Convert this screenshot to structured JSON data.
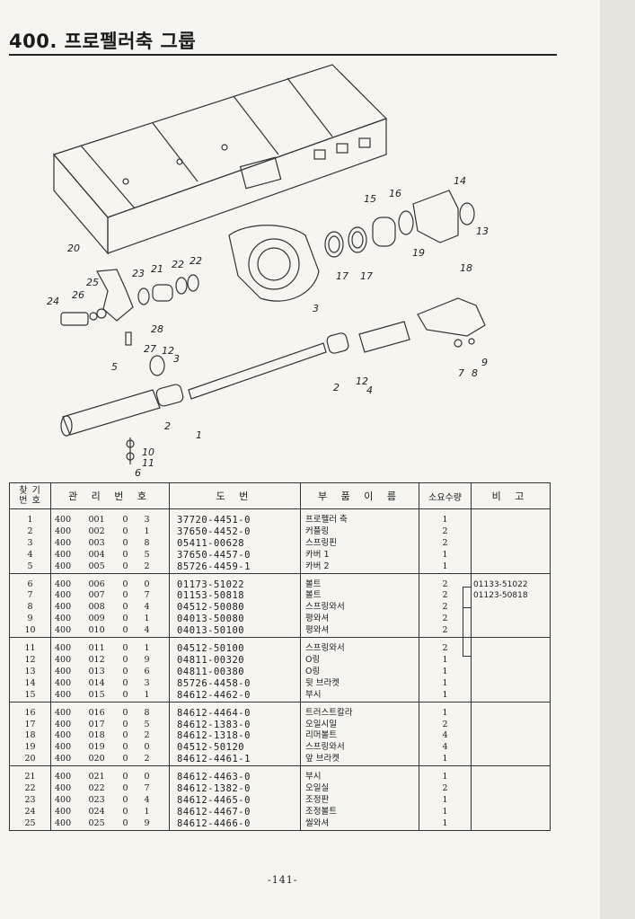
{
  "title": "400. 프로펠러축 그룹",
  "diagram_labels": {
    "l1": "1",
    "l2a": "2",
    "l2b": "2",
    "l3a": "3",
    "l3b": "3",
    "l4": "4",
    "l5": "5",
    "l6": "6",
    "l7": "7",
    "l8": "8",
    "l9": "9",
    "l10": "10",
    "l11": "11",
    "l12a": "12",
    "l12b": "12",
    "l13": "13",
    "l14": "14",
    "l15": "15",
    "l16": "16",
    "l17a": "17",
    "l17b": "17",
    "l18": "18",
    "l19": "19",
    "l20": "20",
    "l21": "21",
    "l22a": "22",
    "l22b": "22",
    "l23": "23",
    "l24": "24",
    "l25": "25",
    "l26": "26",
    "l27": "27",
    "l28": "28"
  },
  "table": {
    "headers": {
      "no_1": "찾 기",
      "no_2": "번 호",
      "mgmt": "관 리 번 호",
      "drawing": "도 번",
      "name": "부 품 이 름",
      "qty": "소요수량",
      "remarks": "비 고"
    },
    "rows": [
      {
        "no": "1",
        "m": "400",
        "s": "001",
        "z": "0",
        "d": "3",
        "dwg": "37720-4451-0",
        "name": "프로펠러 축",
        "qty": "1"
      },
      {
        "no": "2",
        "m": "400",
        "s": "002",
        "z": "0",
        "d": "1",
        "dwg": "37650-4452-0",
        "name": "커플링",
        "qty": "2"
      },
      {
        "no": "3",
        "m": "400",
        "s": "003",
        "z": "0",
        "d": "8",
        "dwg": "05411-00628",
        "name": "스프링핀",
        "qty": "2"
      },
      {
        "no": "4",
        "m": "400",
        "s": "004",
        "z": "0",
        "d": "5",
        "dwg": "37650-4457-0",
        "name": "카버 1",
        "qty": "1"
      },
      {
        "no": "5",
        "m": "400",
        "s": "005",
        "z": "0",
        "d": "2",
        "dwg": "85726-4459-1",
        "name": "카버 2",
        "qty": "1"
      },
      {
        "no": "6",
        "m": "400",
        "s": "006",
        "z": "0",
        "d": "0",
        "dwg": "01173-51022",
        "name": "볼트",
        "qty": "2"
      },
      {
        "no": "7",
        "m": "400",
        "s": "007",
        "z": "0",
        "d": "7",
        "dwg": "01153-50818",
        "name": "볼트",
        "qty": "2"
      },
      {
        "no": "8",
        "m": "400",
        "s": "008",
        "z": "0",
        "d": "4",
        "dwg": "04512-50080",
        "name": "스프링와서",
        "qty": "2"
      },
      {
        "no": "9",
        "m": "400",
        "s": "009",
        "z": "0",
        "d": "1",
        "dwg": "04013-50080",
        "name": "평와셔",
        "qty": "2"
      },
      {
        "no": "10",
        "m": "400",
        "s": "010",
        "z": "0",
        "d": "4",
        "dwg": "04013-50100",
        "name": "평와셔",
        "qty": "2"
      },
      {
        "no": "11",
        "m": "400",
        "s": "011",
        "z": "0",
        "d": "1",
        "dwg": "04512-50100",
        "name": "스프링와서",
        "qty": "2"
      },
      {
        "no": "12",
        "m": "400",
        "s": "012",
        "z": "0",
        "d": "9",
        "dwg": "04811-00320",
        "name": "O링",
        "qty": "1"
      },
      {
        "no": "13",
        "m": "400",
        "s": "013",
        "z": "0",
        "d": "6",
        "dwg": "04811-00380",
        "name": "O링",
        "qty": "1"
      },
      {
        "no": "14",
        "m": "400",
        "s": "014",
        "z": "0",
        "d": "3",
        "dwg": "85726-4458-0",
        "name": "뒷 브라켓",
        "qty": "1"
      },
      {
        "no": "15",
        "m": "400",
        "s": "015",
        "z": "0",
        "d": "1",
        "dwg": "84612-4462-0",
        "name": "부시",
        "qty": "1"
      },
      {
        "no": "16",
        "m": "400",
        "s": "016",
        "z": "0",
        "d": "8",
        "dwg": "84612-4464-0",
        "name": "트러스트칼라",
        "qty": "1"
      },
      {
        "no": "17",
        "m": "400",
        "s": "017",
        "z": "0",
        "d": "5",
        "dwg": "84612-1383-0",
        "name": "오일시일",
        "qty": "2"
      },
      {
        "no": "18",
        "m": "400",
        "s": "018",
        "z": "0",
        "d": "2",
        "dwg": "84612-1318-0",
        "name": "리머볼트",
        "qty": "4"
      },
      {
        "no": "19",
        "m": "400",
        "s": "019",
        "z": "0",
        "d": "0",
        "dwg": "04512-50120",
        "name": "스프링와서",
        "qty": "4"
      },
      {
        "no": "20",
        "m": "400",
        "s": "020",
        "z": "0",
        "d": "2",
        "dwg": "84612-4461-1",
        "name": "앞 브라켓",
        "qty": "1"
      },
      {
        "no": "21",
        "m": "400",
        "s": "021",
        "z": "0",
        "d": "0",
        "dwg": "84612-4463-0",
        "name": "부시",
        "qty": "1"
      },
      {
        "no": "22",
        "m": "400",
        "s": "022",
        "z": "0",
        "d": "7",
        "dwg": "84612-1382-0",
        "name": "오일실",
        "qty": "2"
      },
      {
        "no": "23",
        "m": "400",
        "s": "023",
        "z": "0",
        "d": "4",
        "dwg": "84612-4465-0",
        "name": "조정판",
        "qty": "1"
      },
      {
        "no": "24",
        "m": "400",
        "s": "024",
        "z": "0",
        "d": "1",
        "dwg": "84612-4467-0",
        "name": "조정볼트",
        "qty": "1"
      },
      {
        "no": "25",
        "m": "400",
        "s": "025",
        "z": "0",
        "d": "9",
        "dwg": "84612-4466-0",
        "name": "씰와셔",
        "qty": "1"
      }
    ],
    "remarks": {
      "r6": "01133-51022",
      "r7": "01123-50818"
    }
  },
  "page_number": "-141-"
}
